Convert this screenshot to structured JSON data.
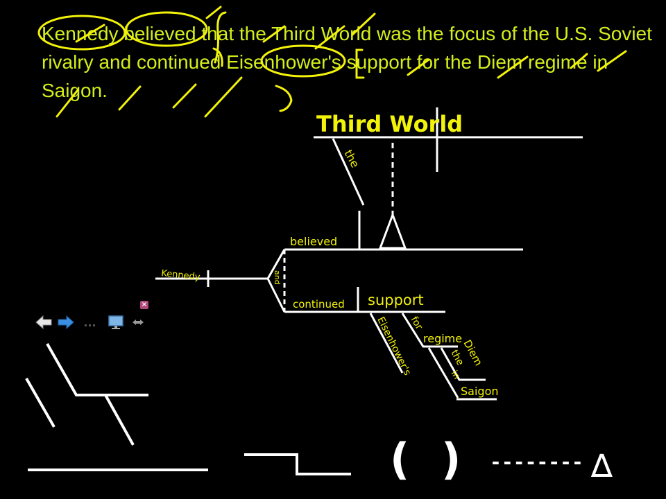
{
  "sentence": "Kennedy believed that the Third World was the focus of the U.S. Soviet rivalry and continued Eisenhower's support for the Diem regime in Saigon.",
  "diagram": {
    "subject": "Kennedy",
    "conjunction": "and",
    "verb1": "believed",
    "clause_subject": "Third World",
    "clause_modifier": "the",
    "verb2": "continued",
    "object": "support",
    "modifier_possessive": "Eisenhower's",
    "preposition": "for",
    "prep_object": "regime",
    "prep_modifier_1": "Diem",
    "prep_modifier_2": "the",
    "inner_preposition": "in",
    "inner_object": "Saigon"
  },
  "toolbar": {
    "back_icon": "back-arrow-icon",
    "forward_icon": "forward-arrow-icon",
    "monitor_icon": "monitor-icon",
    "resize_icon": "resize-arrows-icon",
    "close_label": "×"
  },
  "palette": {
    "open_paren": "(",
    "close_paren": ")",
    "dashes": "--------",
    "triangle": "∆"
  },
  "colors": {
    "background": "#000000",
    "sentence_text": "#d4ee1c",
    "annotation": "#f2f20a",
    "lines": "#ffffff"
  }
}
